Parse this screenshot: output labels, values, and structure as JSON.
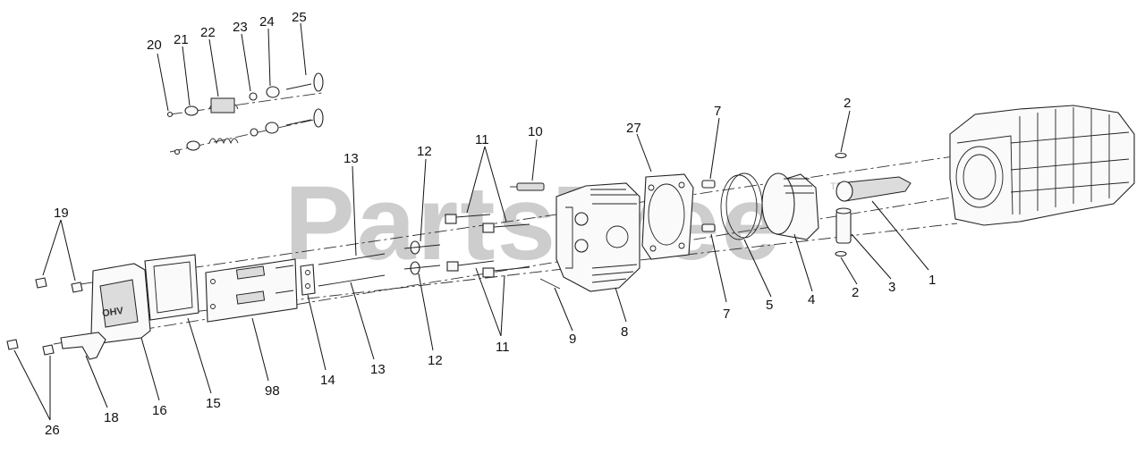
{
  "watermark": {
    "text": "PartsTree",
    "mark": "TM"
  },
  "callouts": [
    {
      "id": "c1",
      "label": "1"
    },
    {
      "id": "c2a",
      "label": "2"
    },
    {
      "id": "c2b",
      "label": "2"
    },
    {
      "id": "c3",
      "label": "3"
    },
    {
      "id": "c4",
      "label": "4"
    },
    {
      "id": "c5",
      "label": "5"
    },
    {
      "id": "c7a",
      "label": "7"
    },
    {
      "id": "c7b",
      "label": "7"
    },
    {
      "id": "c8",
      "label": "8"
    },
    {
      "id": "c9",
      "label": "9"
    },
    {
      "id": "c10",
      "label": "10"
    },
    {
      "id": "c11a",
      "label": "11"
    },
    {
      "id": "c11b",
      "label": "11"
    },
    {
      "id": "c12a",
      "label": "12"
    },
    {
      "id": "c12b",
      "label": "12"
    },
    {
      "id": "c13a",
      "label": "13"
    },
    {
      "id": "c13b",
      "label": "13"
    },
    {
      "id": "c14",
      "label": "14"
    },
    {
      "id": "c15",
      "label": "15"
    },
    {
      "id": "c16",
      "label": "16"
    },
    {
      "id": "c18",
      "label": "18"
    },
    {
      "id": "c19",
      "label": "19"
    },
    {
      "id": "c20",
      "label": "20"
    },
    {
      "id": "c21",
      "label": "21"
    },
    {
      "id": "c22",
      "label": "22"
    },
    {
      "id": "c23",
      "label": "23"
    },
    {
      "id": "c24",
      "label": "24"
    },
    {
      "id": "c25",
      "label": "25"
    },
    {
      "id": "c26",
      "label": "26"
    },
    {
      "id": "c27",
      "label": "27"
    },
    {
      "id": "c98",
      "label": "98"
    }
  ],
  "cover_logo": "OHV"
}
